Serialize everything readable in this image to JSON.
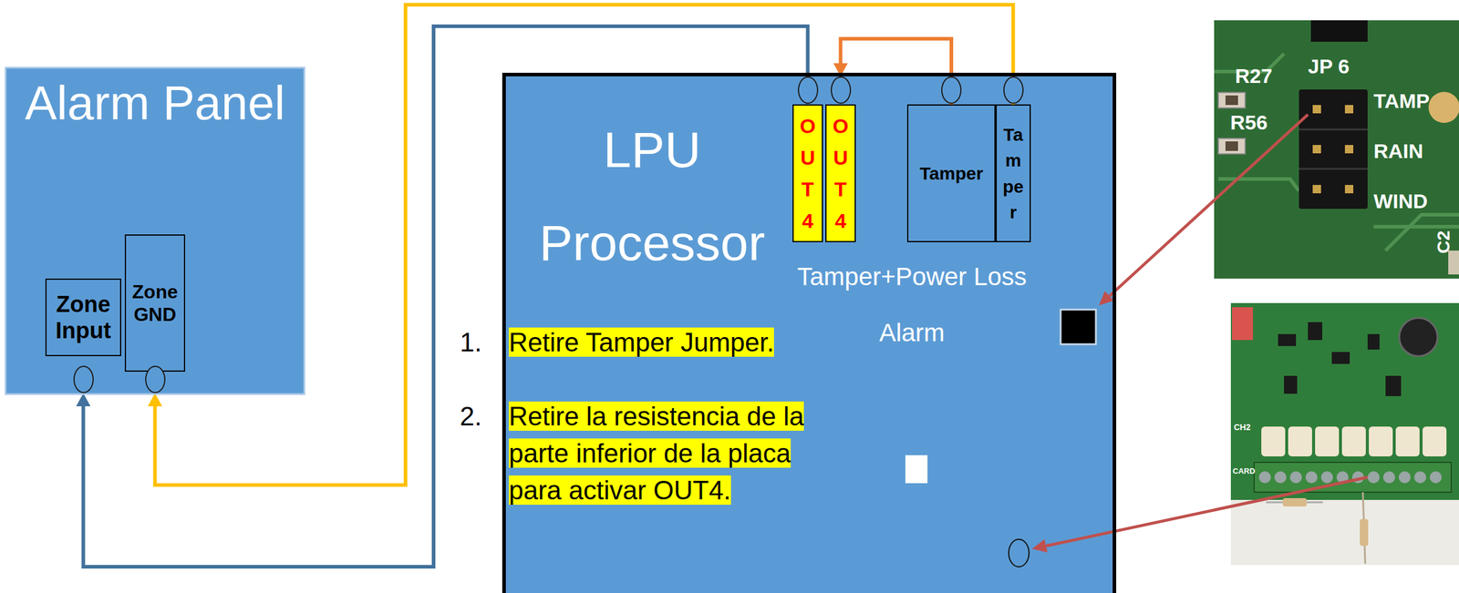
{
  "diagram": {
    "nodes": [
      {
        "text": [
          "Alarm Panel"
        ]
      },
      {
        "text": [
          "Zone Input"
        ],
        "in": 0
      },
      {
        "text": [
          "Zone GND"
        ],
        "in": 0
      },
      {
        "text": [
          "LPU Processor"
        ]
      },
      {
        "text": [
          "OUT4"
        ],
        "in": 3
      },
      {
        "text": [
          "OUT4"
        ],
        "in": 3
      },
      {
        "text": [
          "Tamper"
        ],
        "in": 3
      },
      {
        "text": [
          "Tamper"
        ],
        "in": 3
      }
    ],
    "edges": [
      {
        "from": 4,
        "to": 1,
        "arrow": "to"
      },
      {
        "from": 7,
        "to": 2,
        "arrow": "to"
      },
      {
        "from": 6,
        "to": 5,
        "arrow": "to"
      }
    ],
    "labels": [
      "Tamper+Power Loss Alarm",
      "1.",
      "Retire Tamper Jumper.",
      "2.",
      "Retire la resistencia de la parte inferior de la placa para activar OUT4.",
      "R27",
      "JP 6",
      "TAMP",
      "RAIN",
      "R56",
      "WIND",
      "C2",
      "CH2",
      "CARD"
    ]
  }
}
